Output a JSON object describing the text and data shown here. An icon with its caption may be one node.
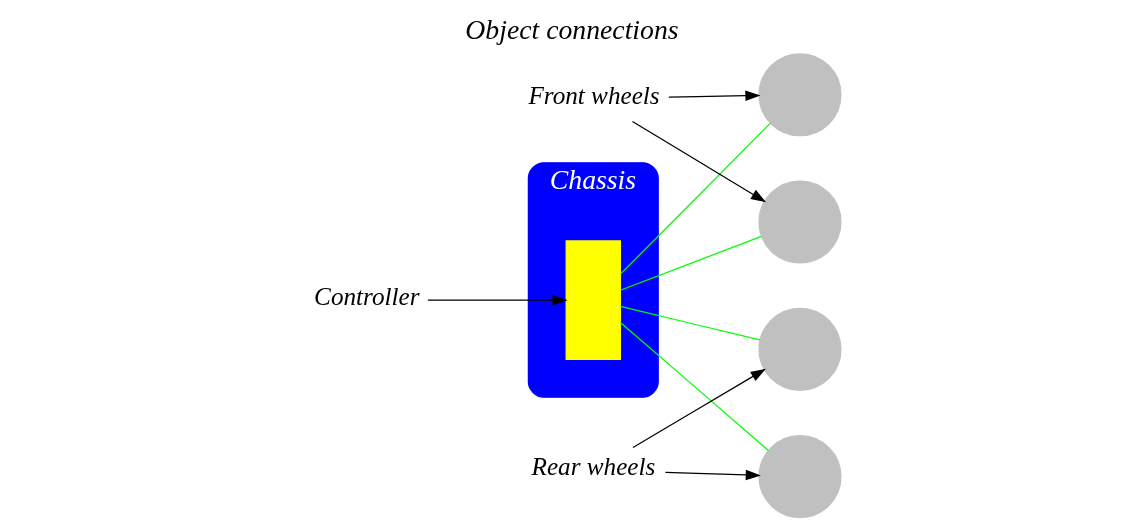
{
  "diagram": {
    "title": "Object connections",
    "nodes": [
      {
        "text": [
          "Chassis"
        ]
      },
      {
        "text": [],
        "shape": "box",
        "in": 0
      },
      {
        "text": [],
        "shape": "circle"
      },
      {
        "text": [],
        "shape": "circle"
      },
      {
        "text": [],
        "shape": "circle"
      },
      {
        "text": [],
        "shape": "circle"
      },
      {
        "text": [
          "Front wheels"
        ]
      },
      {
        "text": [
          "Rear wheels"
        ]
      },
      {
        "text": [
          "Controller"
        ]
      }
    ],
    "edges": [
      {
        "from": 1,
        "to": 2,
        "arrow": "none",
        "color": "#00ff00"
      },
      {
        "from": 1,
        "to": 3,
        "arrow": "none",
        "color": "#00ff00"
      },
      {
        "from": 1,
        "to": 4,
        "arrow": "none",
        "color": "#00ff00"
      },
      {
        "from": 1,
        "to": 5,
        "arrow": "none",
        "color": "#00ff00"
      },
      {
        "from": 6,
        "to": 2,
        "arrow": "to"
      },
      {
        "from": 6,
        "to": 3,
        "arrow": "to"
      },
      {
        "from": 7,
        "to": 4,
        "arrow": "to"
      },
      {
        "from": 7,
        "to": 5,
        "arrow": "to"
      },
      {
        "from": 8,
        "to": 1,
        "arrow": "to"
      }
    ]
  }
}
